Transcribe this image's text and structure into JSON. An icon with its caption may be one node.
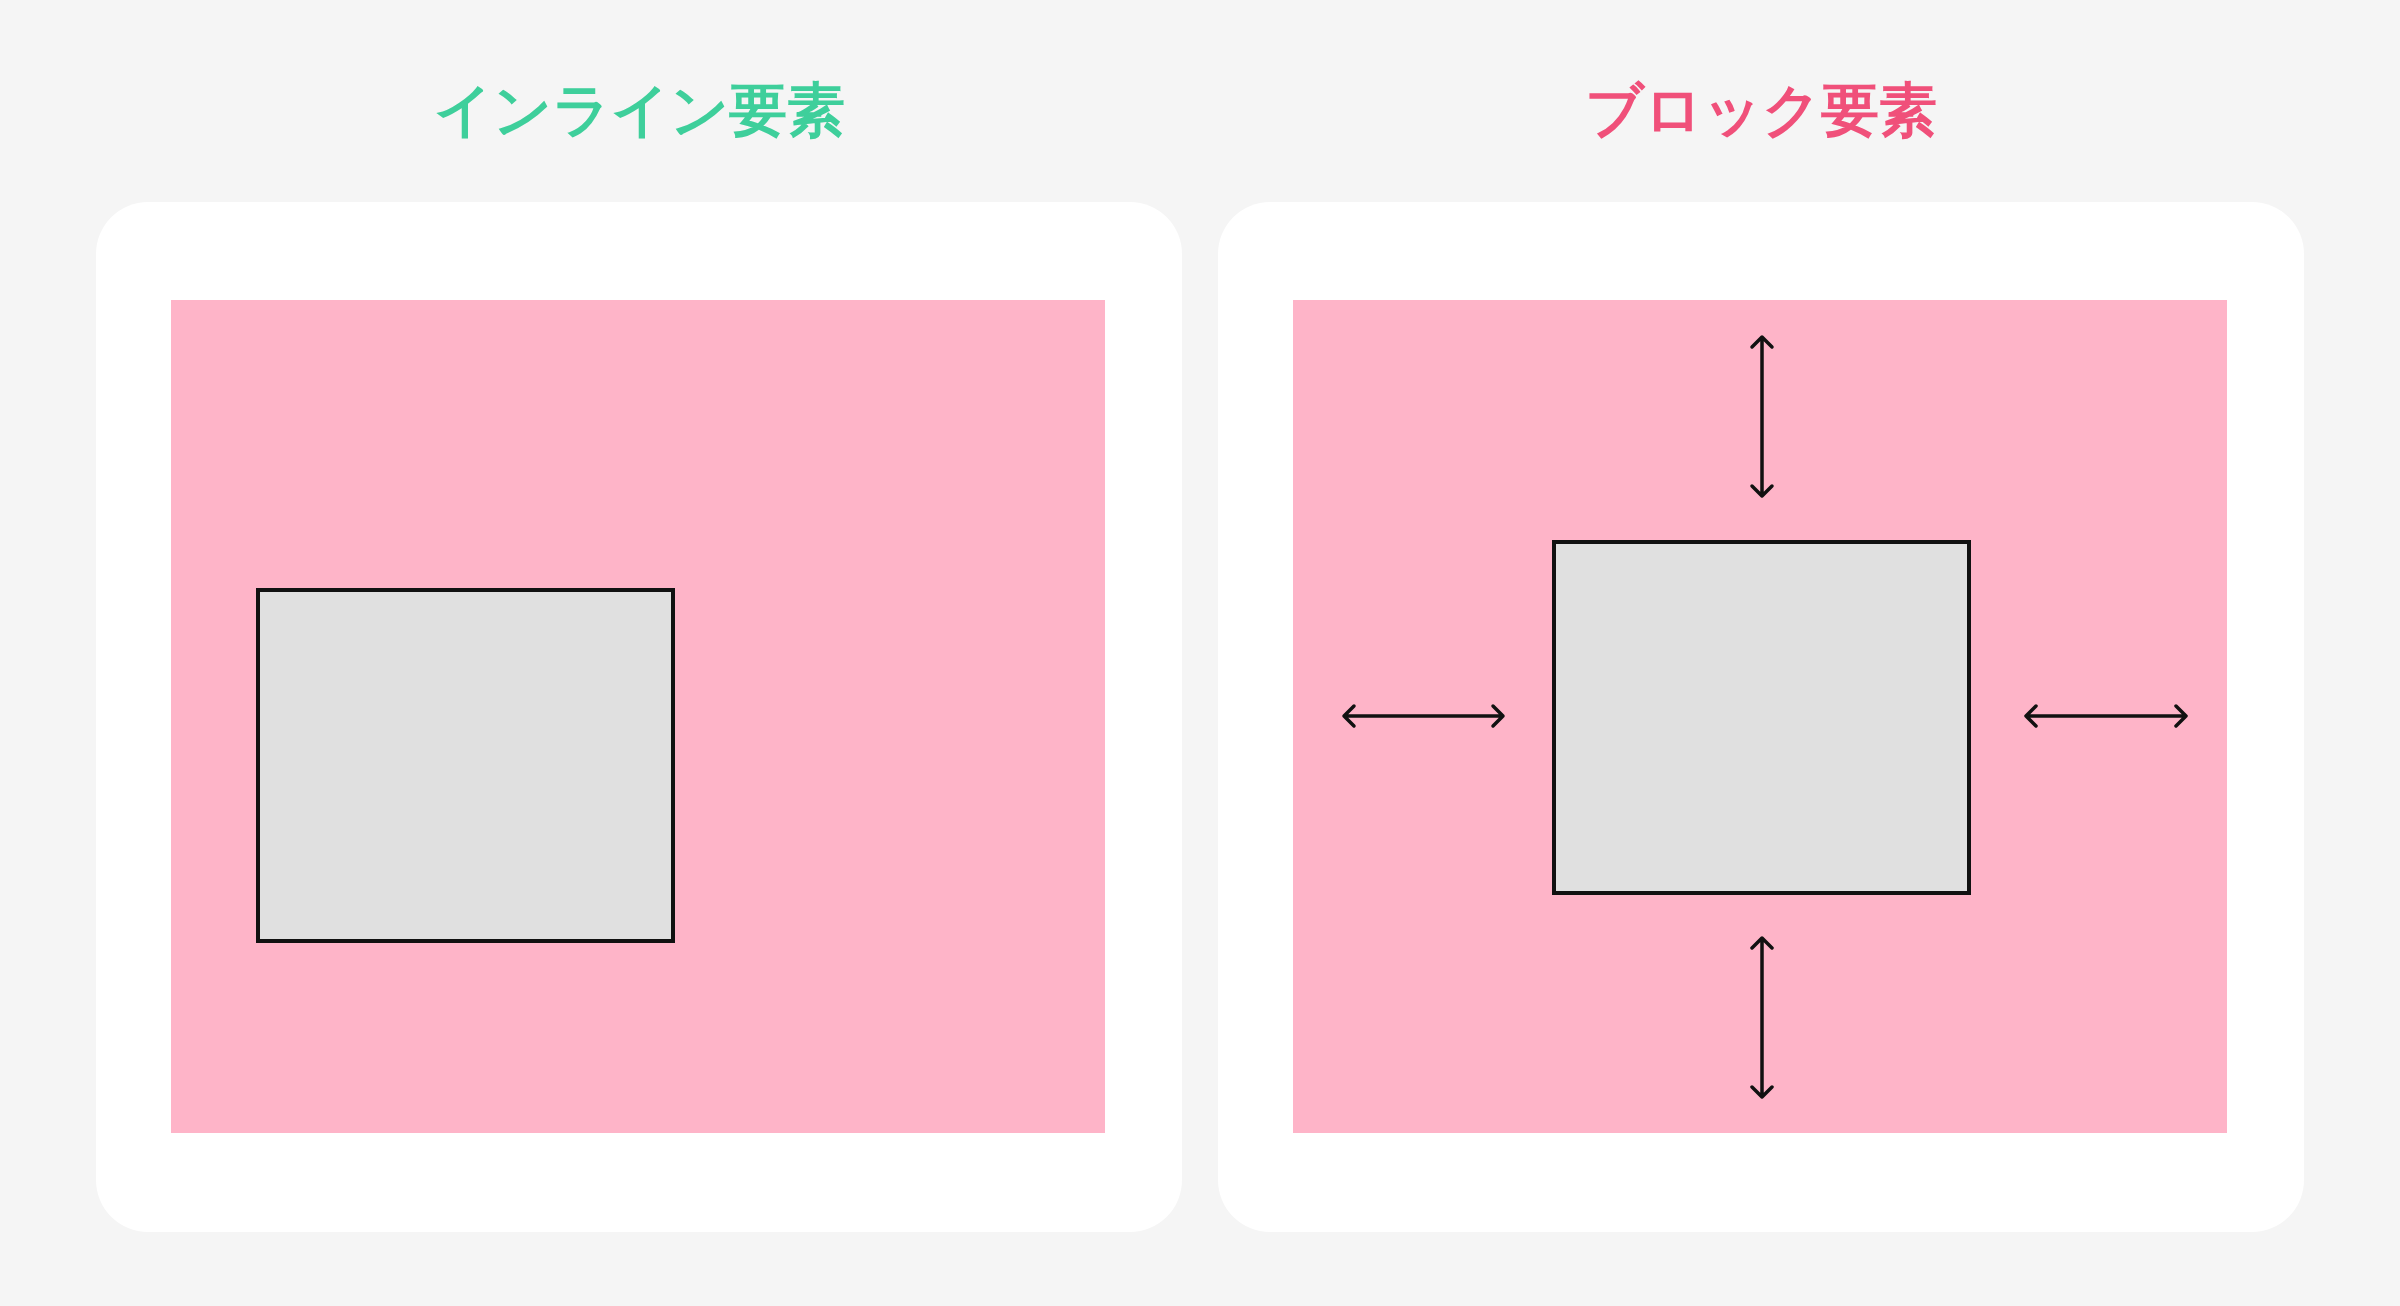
{
  "diagram": {
    "nodes": [
      {
        "text": [
          "インライン要素"
        ]
      },
      {
        "text": [
          "ブロック要素"
        ]
      },
      {
        "text": [],
        "shape": "box",
        "in": 0
      },
      {
        "text": [],
        "shape": "box",
        "in": 1
      }
    ]
  }
}
